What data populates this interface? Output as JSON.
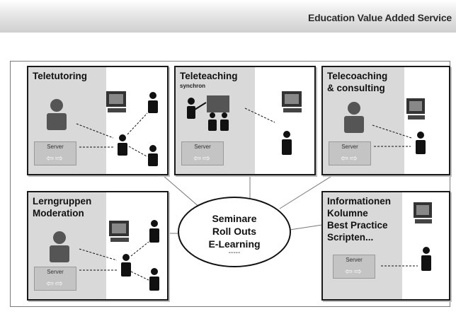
{
  "header": {
    "title": "Education Value Added Service"
  },
  "center": {
    "lines": "Seminare\nRoll Outs\nE-Learning",
    "dots": "-----"
  },
  "boxes": {
    "teletutoring": {
      "title": "Teletutoring",
      "server_label": "Server"
    },
    "teleteaching": {
      "title": "Teleteaching",
      "subtitle": "synchron",
      "server_label": "Server"
    },
    "telecoaching": {
      "title": "Telecoaching\n& consulting",
      "server_label": "Server"
    },
    "lerngruppen": {
      "title": "Lerngruppen\nModeration",
      "server_label": "Server"
    },
    "informationen": {
      "title": "Informationen\nKolumne\nBest Practice\nScripten...",
      "server_label": "Server"
    }
  },
  "icons": {
    "person": "person-icon",
    "computer": "computer-icon",
    "server": "server-icon",
    "teacher": "teacher-icon",
    "board": "whiteboard-icon"
  },
  "colors": {
    "box_shade": "#d9d9d9",
    "person": "#111111",
    "person_large": "#555555",
    "server_bg": "#c4c4c4"
  }
}
